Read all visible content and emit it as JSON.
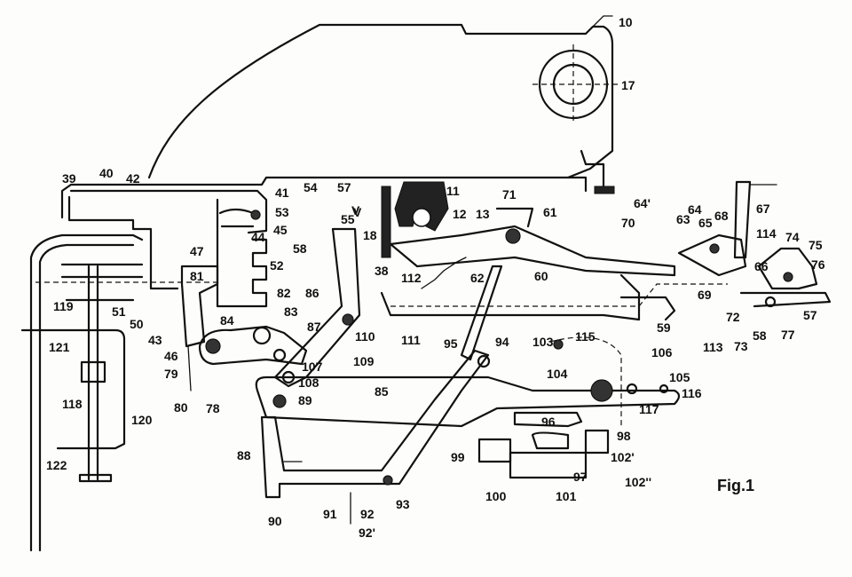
{
  "figure_caption": "Fig.1",
  "labels": [
    "10",
    "17",
    "39",
    "40",
    "42",
    "41",
    "54",
    "57",
    "V",
    "55",
    "53",
    "44",
    "45",
    "52",
    "58",
    "11",
    "12",
    "13",
    "18",
    "38",
    "112",
    "62",
    "71",
    "61",
    "60",
    "70",
    "64'",
    "63",
    "65",
    "64",
    "68",
    "67",
    "114",
    "74",
    "75",
    "76",
    "66",
    "69",
    "72",
    "73",
    "113",
    "59",
    "58",
    "57",
    "77",
    "47",
    "81",
    "V",
    "119",
    "51",
    "50",
    "43",
    "46",
    "79",
    "80",
    "78",
    "82",
    "83",
    "86",
    "84",
    "87",
    "107",
    "108",
    "110",
    "109",
    "111",
    "95",
    "94",
    "103",
    "115",
    "106",
    "104",
    "105",
    "117",
    "116",
    "85",
    "89",
    "98",
    "96",
    "97",
    "102'",
    "102''",
    "99",
    "100",
    "101",
    "88",
    "90",
    "91",
    "92",
    "92'",
    "93",
    "121",
    "118",
    "120",
    "122"
  ]
}
